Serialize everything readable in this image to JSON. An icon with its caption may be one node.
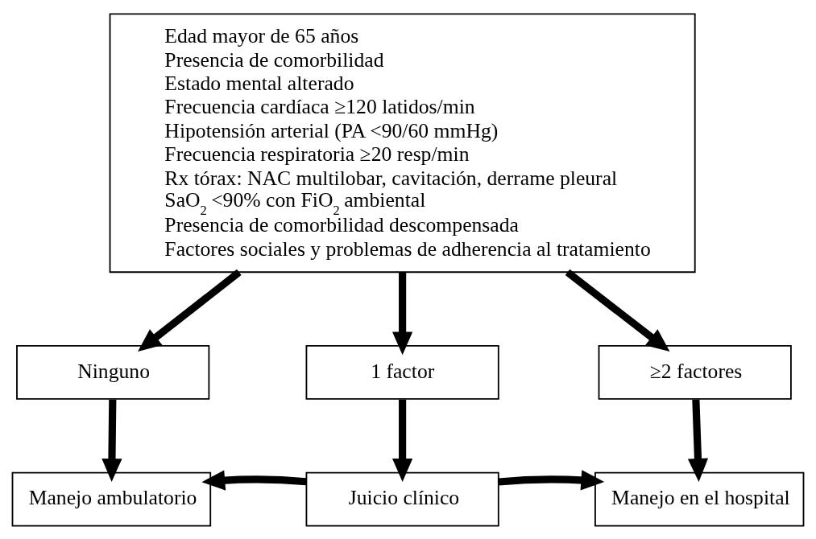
{
  "diagram": {
    "nodes": [
      {
        "text": [
          "Edad mayor de 65 años",
          "Presencia de comorbilidad",
          "Estado mental alterado",
          "Frecuencia cardíaca ≥120 latidos/min",
          "Hipotensión arterial (PA <90/60 mmHg)",
          "Frecuencia respiratoria ≥20 resp/min",
          "Rx tórax: NAC multilobar, cavitación, derrame pleural",
          "SaO$_{2}$ <90% con FiO$_{2}$ ambiental",
          "Presencia de comorbilidad descompensada",
          "Factores sociales y problemas de adherencia al tratamiento"
        ]
      },
      {
        "text": [
          "Ninguno"
        ]
      },
      {
        "text": [
          "1 factor"
        ]
      },
      {
        "text": [
          "≥2 factores"
        ]
      },
      {
        "text": [
          "Manejo ambulatorio"
        ]
      },
      {
        "text": [
          "Juicio clínico"
        ]
      },
      {
        "text": [
          "Manejo en el hospital"
        ]
      }
    ],
    "edges": [
      {
        "from": 0,
        "to": 1,
        "arrow": "to"
      },
      {
        "from": 0,
        "to": 2,
        "arrow": "to"
      },
      {
        "from": 0,
        "to": 3,
        "arrow": "to"
      },
      {
        "from": 1,
        "to": 4,
        "arrow": "to"
      },
      {
        "from": 2,
        "to": 5,
        "arrow": "to"
      },
      {
        "from": 3,
        "to": 6,
        "arrow": "to"
      },
      {
        "from": 5,
        "to": 4,
        "arrow": "to"
      },
      {
        "from": 5,
        "to": 6,
        "arrow": "to"
      }
    ]
  }
}
